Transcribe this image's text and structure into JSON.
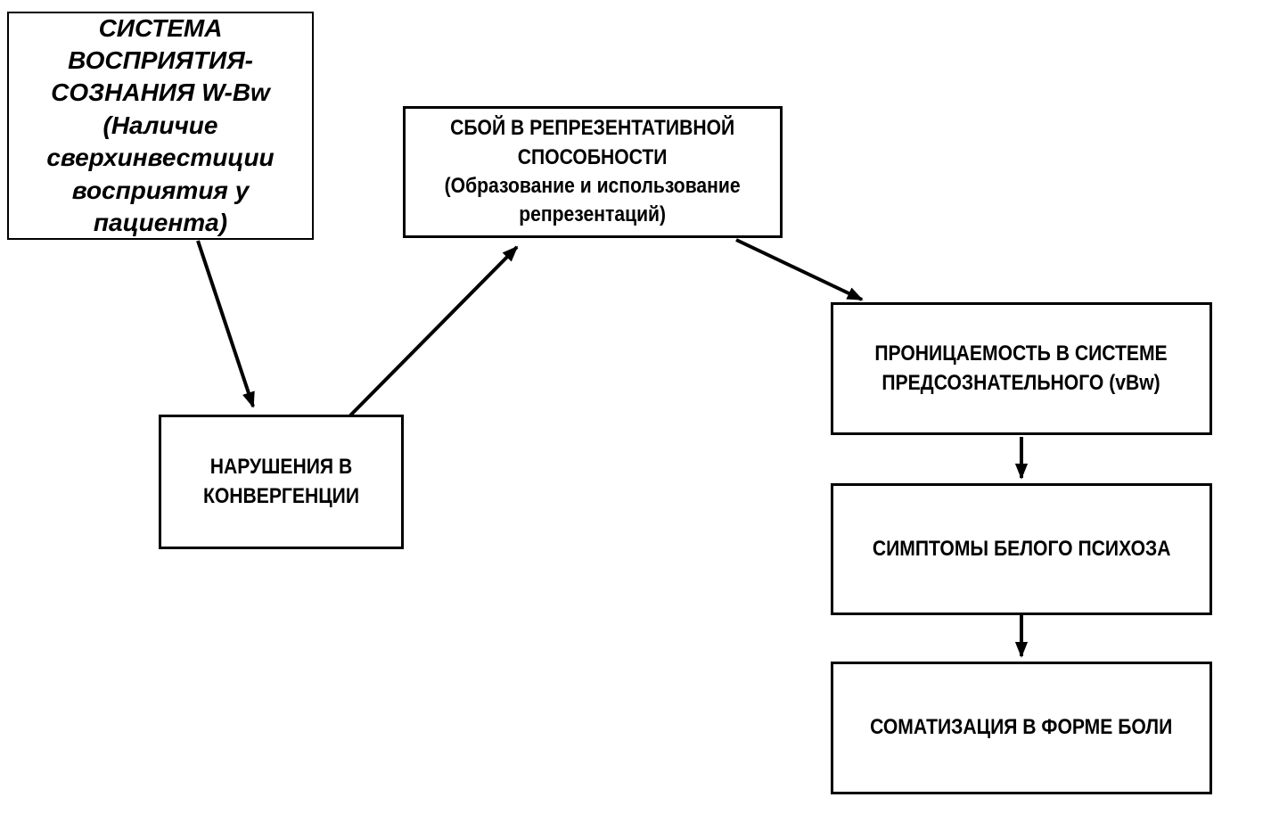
{
  "diagram": {
    "background_color": "#ffffff",
    "stroke_color": "#000000",
    "nodes": {
      "wbw_system": {
        "text": "СИСТЕМА\nВОСПРИЯТИЯ-\nСОЗНАНИЯ W-Bw\n(Наличие\nсверхинвестиции\nвосприятия у пациента)"
      },
      "representation_failure": {
        "text": "СБОЙ В РЕПРЕЗЕНТАТИВНОЙ\nСПОСОБНОСТИ\n(Образование и использование\nрепрезентаций)"
      },
      "convergence_disorders": {
        "text": "НАРУШЕНИЯ В\nКОНВЕРГЕНЦИИ"
      },
      "preconscious_permeability": {
        "text": "ПРОНИЦАЕМОСТЬ В СИСТЕМЕ\nПРЕДСОЗНАТЕЛЬНОГО (vBw)"
      },
      "white_psychosis_symptoms": {
        "text": "СИМПТОМЫ БЕЛОГО ПСИХОЗА"
      },
      "somatization_pain": {
        "text": "СОМАТИЗАЦИЯ В ФОРМЕ БОЛИ"
      }
    },
    "edges": [
      {
        "from": "wbw_system",
        "to": "convergence_disorders"
      },
      {
        "from": "convergence_disorders",
        "to": "representation_failure"
      },
      {
        "from": "representation_failure",
        "to": "preconscious_permeability"
      },
      {
        "from": "preconscious_permeability",
        "to": "white_psychosis_symptoms"
      },
      {
        "from": "white_psychosis_symptoms",
        "to": "somatization_pain"
      }
    ]
  }
}
